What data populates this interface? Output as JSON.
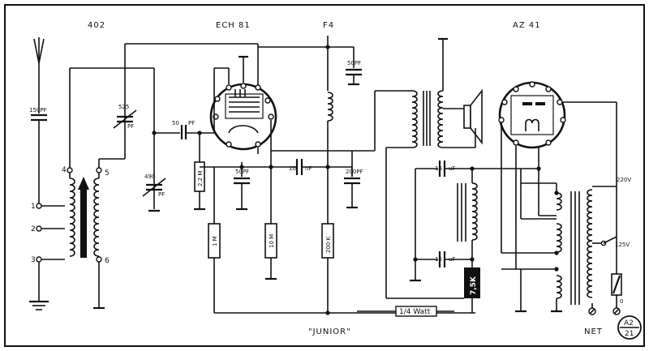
{
  "tubes": {
    "t402": "402",
    "ech81": "ECH 81",
    "f4": "F4",
    "az41": "AZ 41"
  },
  "components": {
    "c150": "150PF",
    "c525": "525",
    "c525pf": "PF",
    "c50a": "50",
    "c50a_pf": "PF",
    "c490": "490",
    "c490pf": "PF",
    "r22m": "2,2 M",
    "c50b": "50PF",
    "c50top": "50PF",
    "c10nf": "10",
    "c10nf_u": "nF",
    "c200": "200PF",
    "r1m": "1 M",
    "r10m": "10 M",
    "r200k": "200 K",
    "c16a": "16",
    "c16a_u": "uF",
    "c16b": "16",
    "c16b_u": "uF",
    "r75k": "7,5K",
    "v220": "220V",
    "v125": "125V",
    "zero": "0"
  },
  "terminals": [
    "1",
    "2",
    "3",
    "4",
    "5",
    "6"
  ],
  "footer": {
    "title": "\"JUNIOR\"",
    "watt": "1/4 Watt",
    "net": "NET",
    "code_top": "A2",
    "code_bottom": "21"
  }
}
